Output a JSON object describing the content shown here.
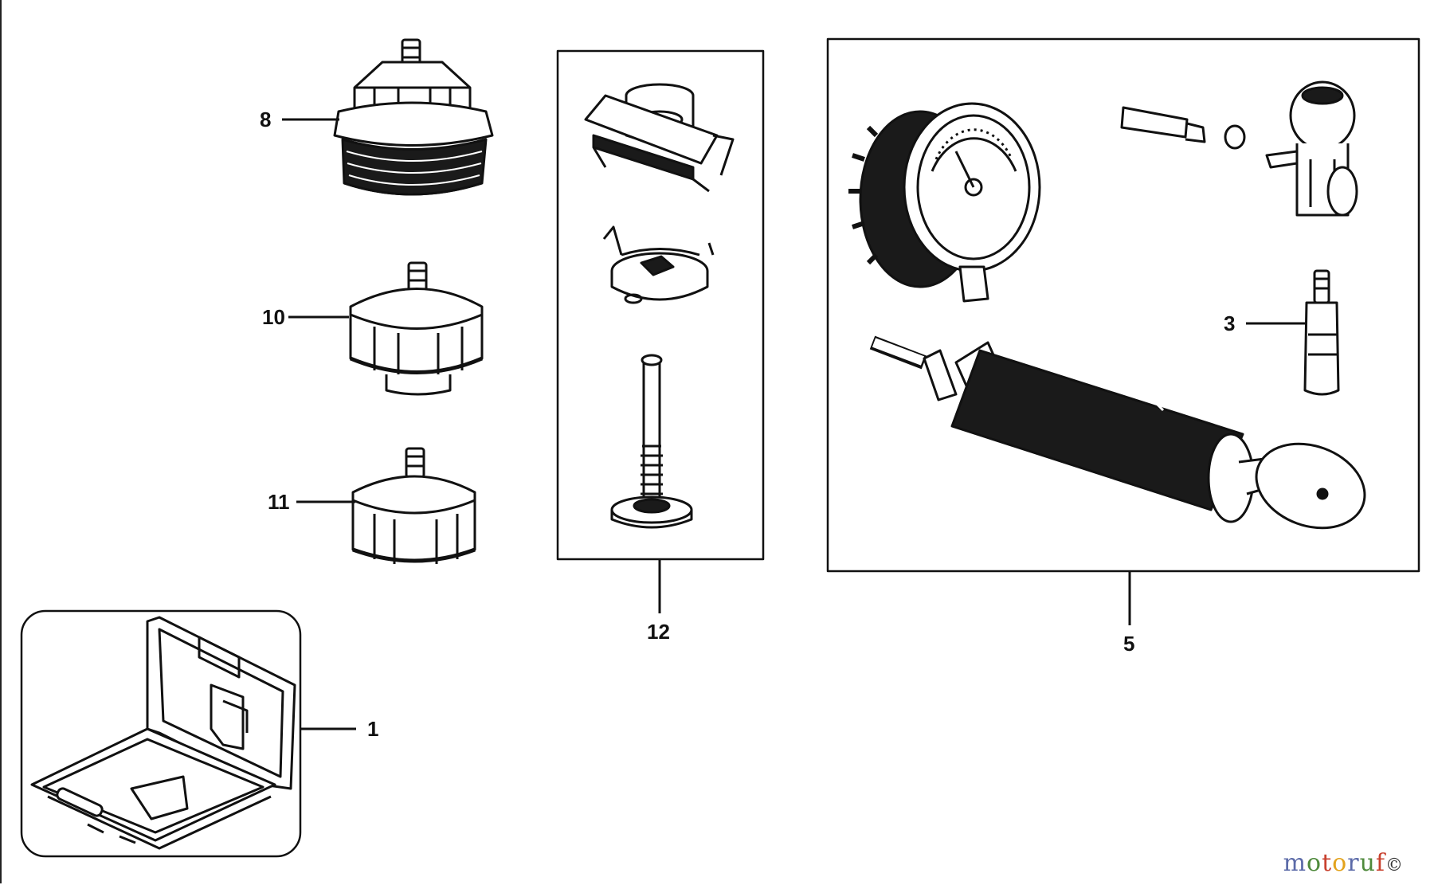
{
  "diagram": {
    "callouts": {
      "part_8": "8",
      "part_10": "10",
      "part_11": "11",
      "part_1": "1",
      "part_12": "12",
      "part_5": "5",
      "part_3": "3"
    },
    "parts": {
      "cap_8": "threaded-radiator-cap-adapter",
      "cap_10": "radiator-cap-adapter",
      "cap_11": "radiator-cap-adapter-small",
      "case_1": "carry-case",
      "set_12": "adapter-set",
      "set_5": "pressure-pump-set",
      "valve_3": "valve-adapter"
    }
  },
  "watermark": {
    "letters": [
      "m",
      "o",
      "t",
      "o",
      "r",
      "u",
      "f"
    ],
    "colors": [
      "#5b6aa8",
      "#4f8a3c",
      "#c8402e",
      "#e3a31d",
      "#5b6aa8",
      "#4f8a3c",
      "#c8402e"
    ],
    "suffix": "©"
  }
}
